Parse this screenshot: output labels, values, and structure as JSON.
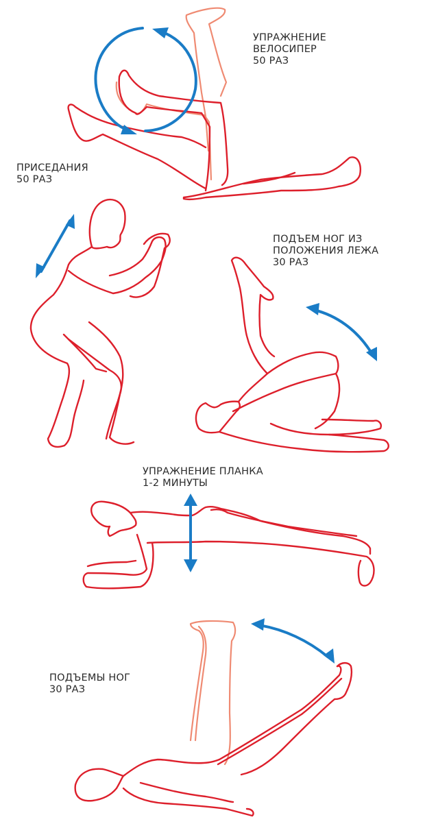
{
  "diagram": {
    "title": "Exercise set illustration",
    "colors": {
      "figure_outline": "#dd1f2b",
      "figure_alt_position": "#ef8a72",
      "motion_arrow": "#1a7cc6",
      "label_text": "#2a2a2a",
      "background": "#ffffff"
    },
    "exercises": [
      {
        "id": "bicycle",
        "label_lines": [
          "УПРАЖНЕНИЕ",
          "ВЕЛОСИПЕР",
          "50 РАЗ"
        ],
        "pose": "lying on back, legs cycling in the air",
        "motion": "circular-arrow"
      },
      {
        "id": "squats",
        "label_lines": [
          "ПРИСЕДАНИЯ",
          "50 РАЗ"
        ],
        "pose": "squat with hands clasped in front",
        "motion": "diagonal-double-arrow"
      },
      {
        "id": "lying-leg-raise-bent",
        "label_lines": [
          "ПОДЪЕМ НОГ ИЗ",
          "ПОЛОЖЕНИЯ ЛЕЖА",
          "30 РАЗ"
        ],
        "pose": "lying on back, one knee bent, other leg raised",
        "motion": "curved-double-arrow"
      },
      {
        "id": "plank",
        "label_lines": [
          "УПРАЖНЕНИЕ ПЛАНКА",
          "1-2 МИНУТЫ"
        ],
        "pose": "forearm plank",
        "motion": "vertical-double-arrow"
      },
      {
        "id": "leg-raises",
        "label_lines": [
          "ПОДЪЕМЫ НОГ",
          "30 РАЗ"
        ],
        "pose": "lying on back, straight legs raised from 45° to vertical",
        "motion": "curved-double-arrow"
      }
    ]
  }
}
